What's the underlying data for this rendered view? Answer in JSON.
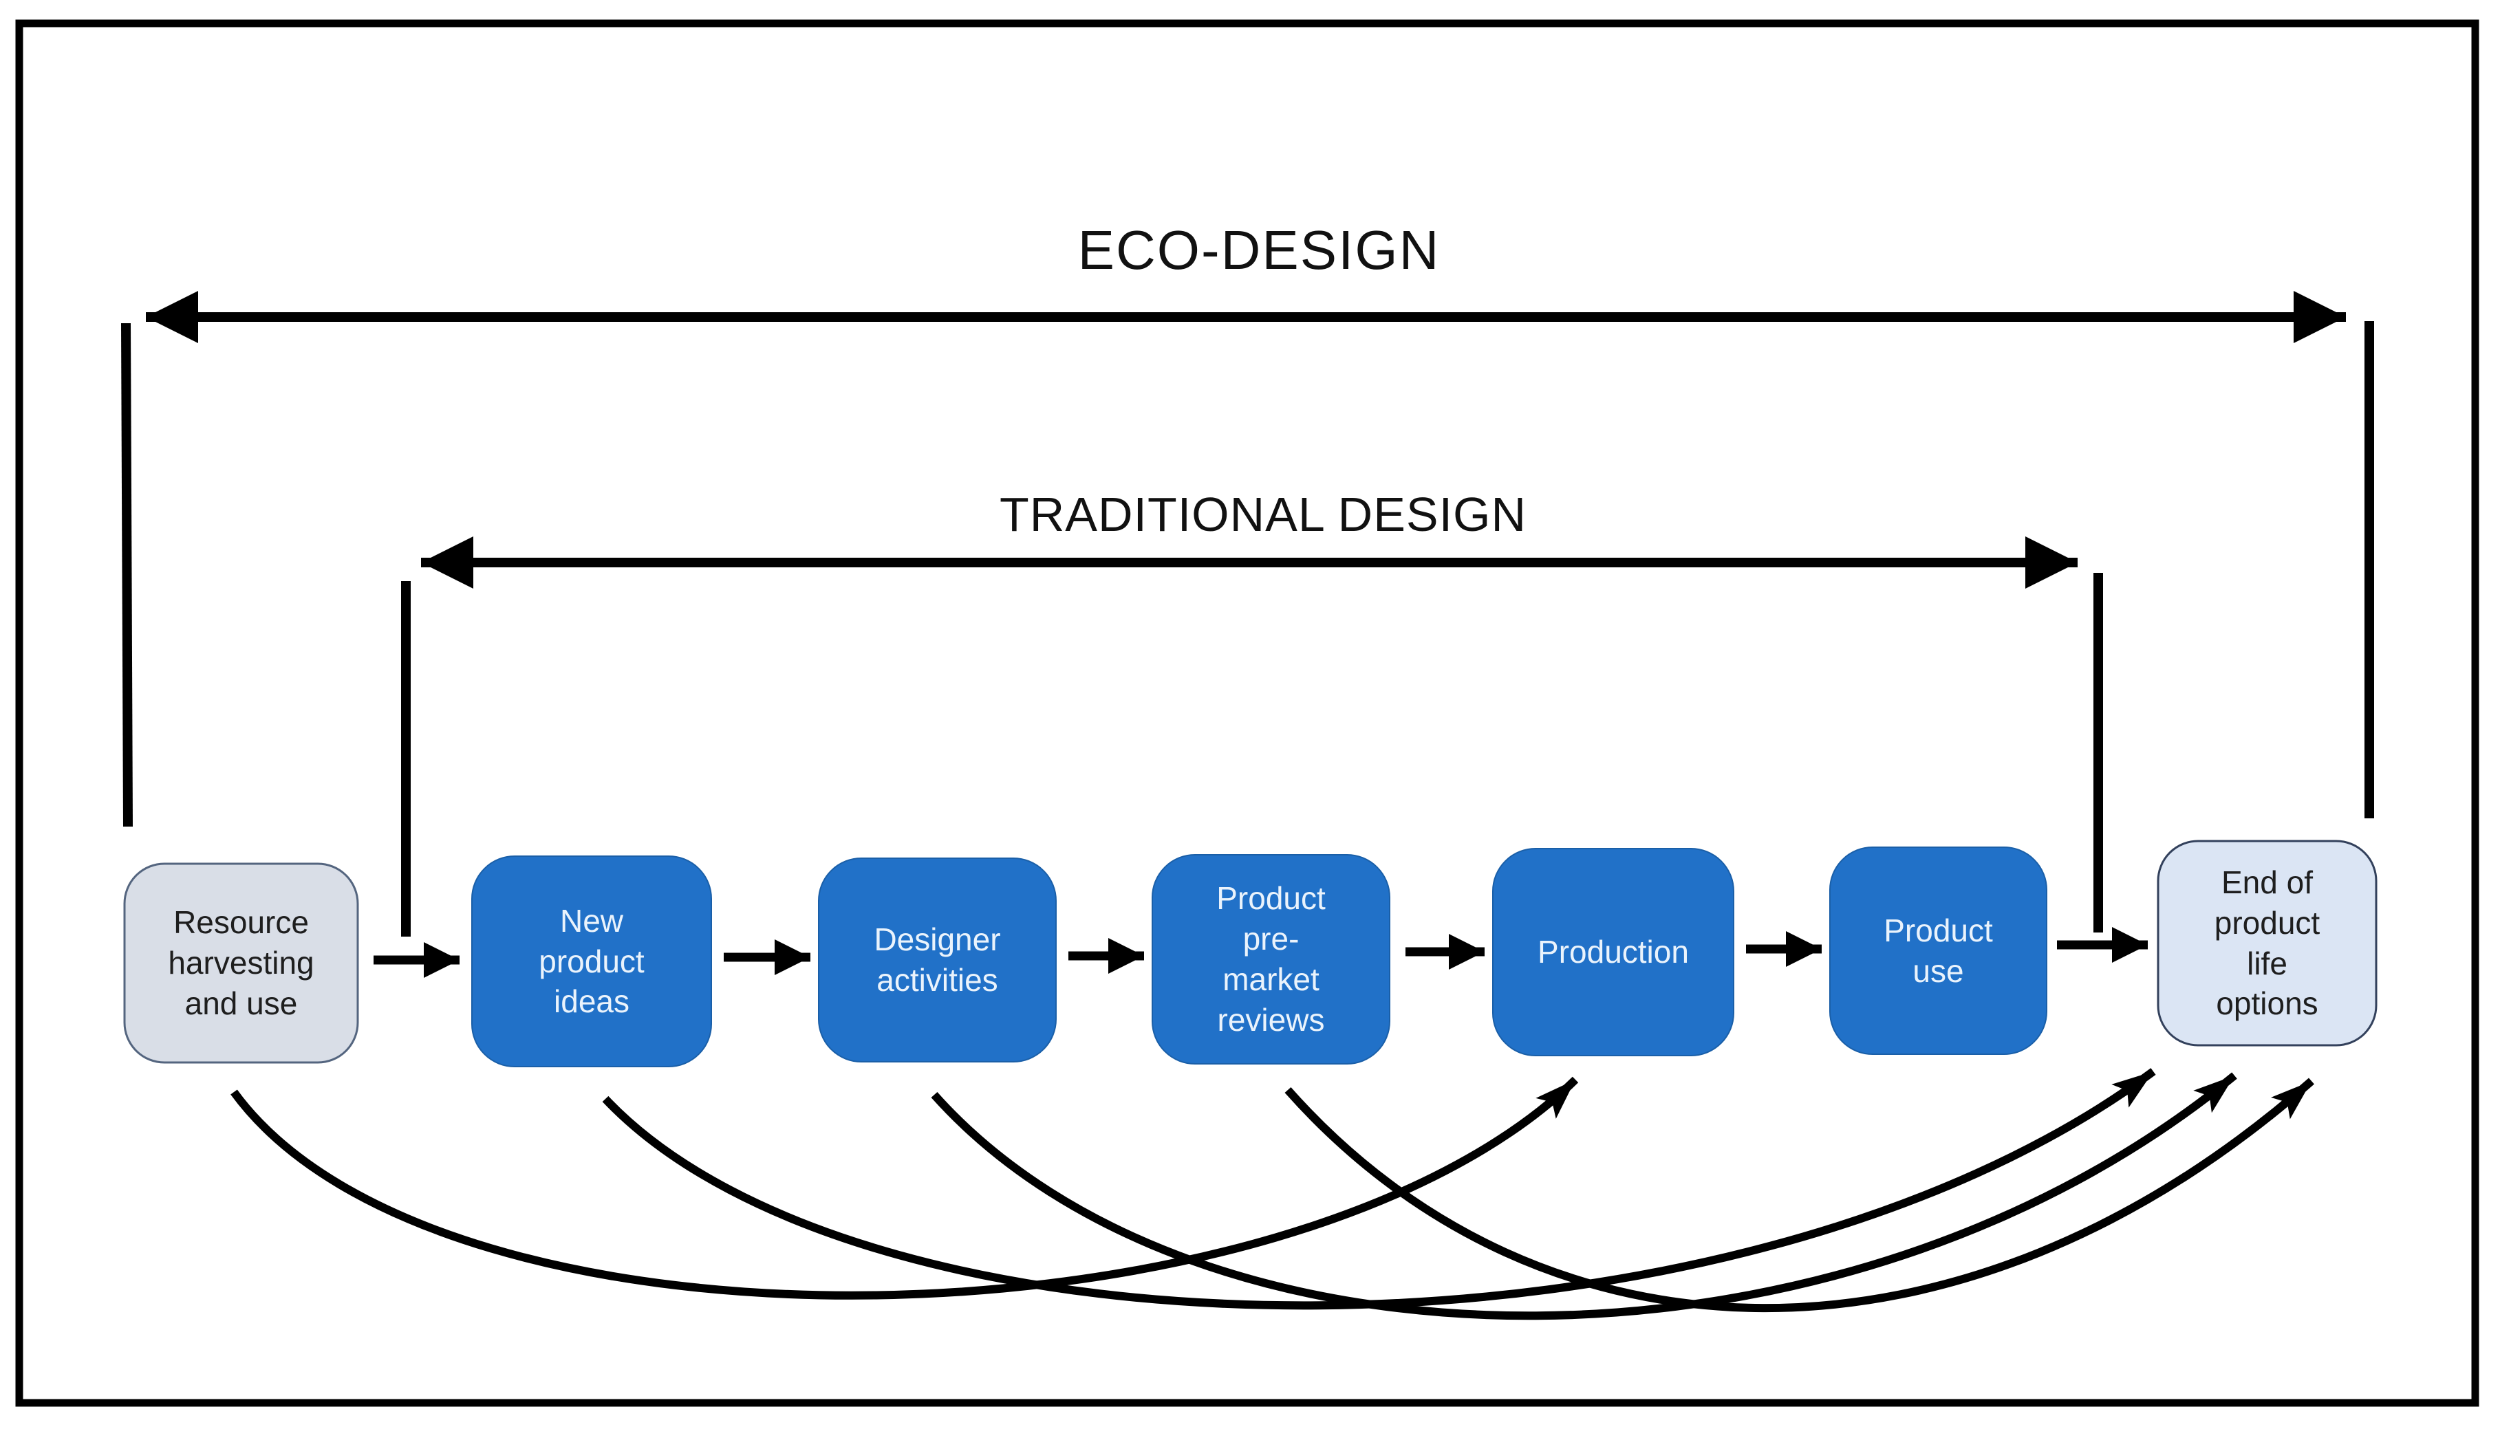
{
  "diagram": {
    "titles": {
      "eco": "ECO-DESIGN",
      "traditional": "TRADITIONAL DESIGN"
    },
    "boxes": [
      {
        "id": "resource-harvesting",
        "label": "Resource harvesting and use",
        "style": "neutral"
      },
      {
        "id": "new-product-ideas",
        "label": "New product ideas",
        "style": "primary"
      },
      {
        "id": "designer-activities",
        "label": "Designer activities",
        "style": "primary"
      },
      {
        "id": "product-pre-market-reviews",
        "label": "Product pre-market reviews",
        "style": "primary"
      },
      {
        "id": "production",
        "label": "Production",
        "style": "primary"
      },
      {
        "id": "product-use",
        "label": "Product use",
        "style": "primary"
      },
      {
        "id": "end-of-product-life",
        "label": "End of product life options",
        "style": "neutral-light"
      }
    ],
    "flows": [
      {
        "from": "Resource harvesting and use",
        "to": "New product ideas"
      },
      {
        "from": "New product ideas",
        "to": "Designer activities"
      },
      {
        "from": "Designer activities",
        "to": "Product pre-market reviews"
      },
      {
        "from": "Product pre-market reviews",
        "to": "Production"
      },
      {
        "from": "Production",
        "to": "Product use"
      },
      {
        "from": "Product use",
        "to": "End of product life options"
      }
    ],
    "feedback_loops": [
      {
        "from": "Resource harvesting and use",
        "to": "Production"
      },
      {
        "from": "New product ideas",
        "to": "End of product life options"
      },
      {
        "from": "Designer activities",
        "to": "End of product life options"
      },
      {
        "from": "Product pre-market reviews",
        "to": "End of product life options"
      }
    ],
    "colors": {
      "step_fill": "#2171C8",
      "step_border": "#1A5FA8",
      "step_text": "#EAF3FC",
      "neutral_fill": "#D9DEE7",
      "neutral_border": "#54657F",
      "end_fill": "#DBE5F4",
      "end_border": "#33415C",
      "line": "#000000",
      "text_dark": "#1E1E1E"
    }
  }
}
